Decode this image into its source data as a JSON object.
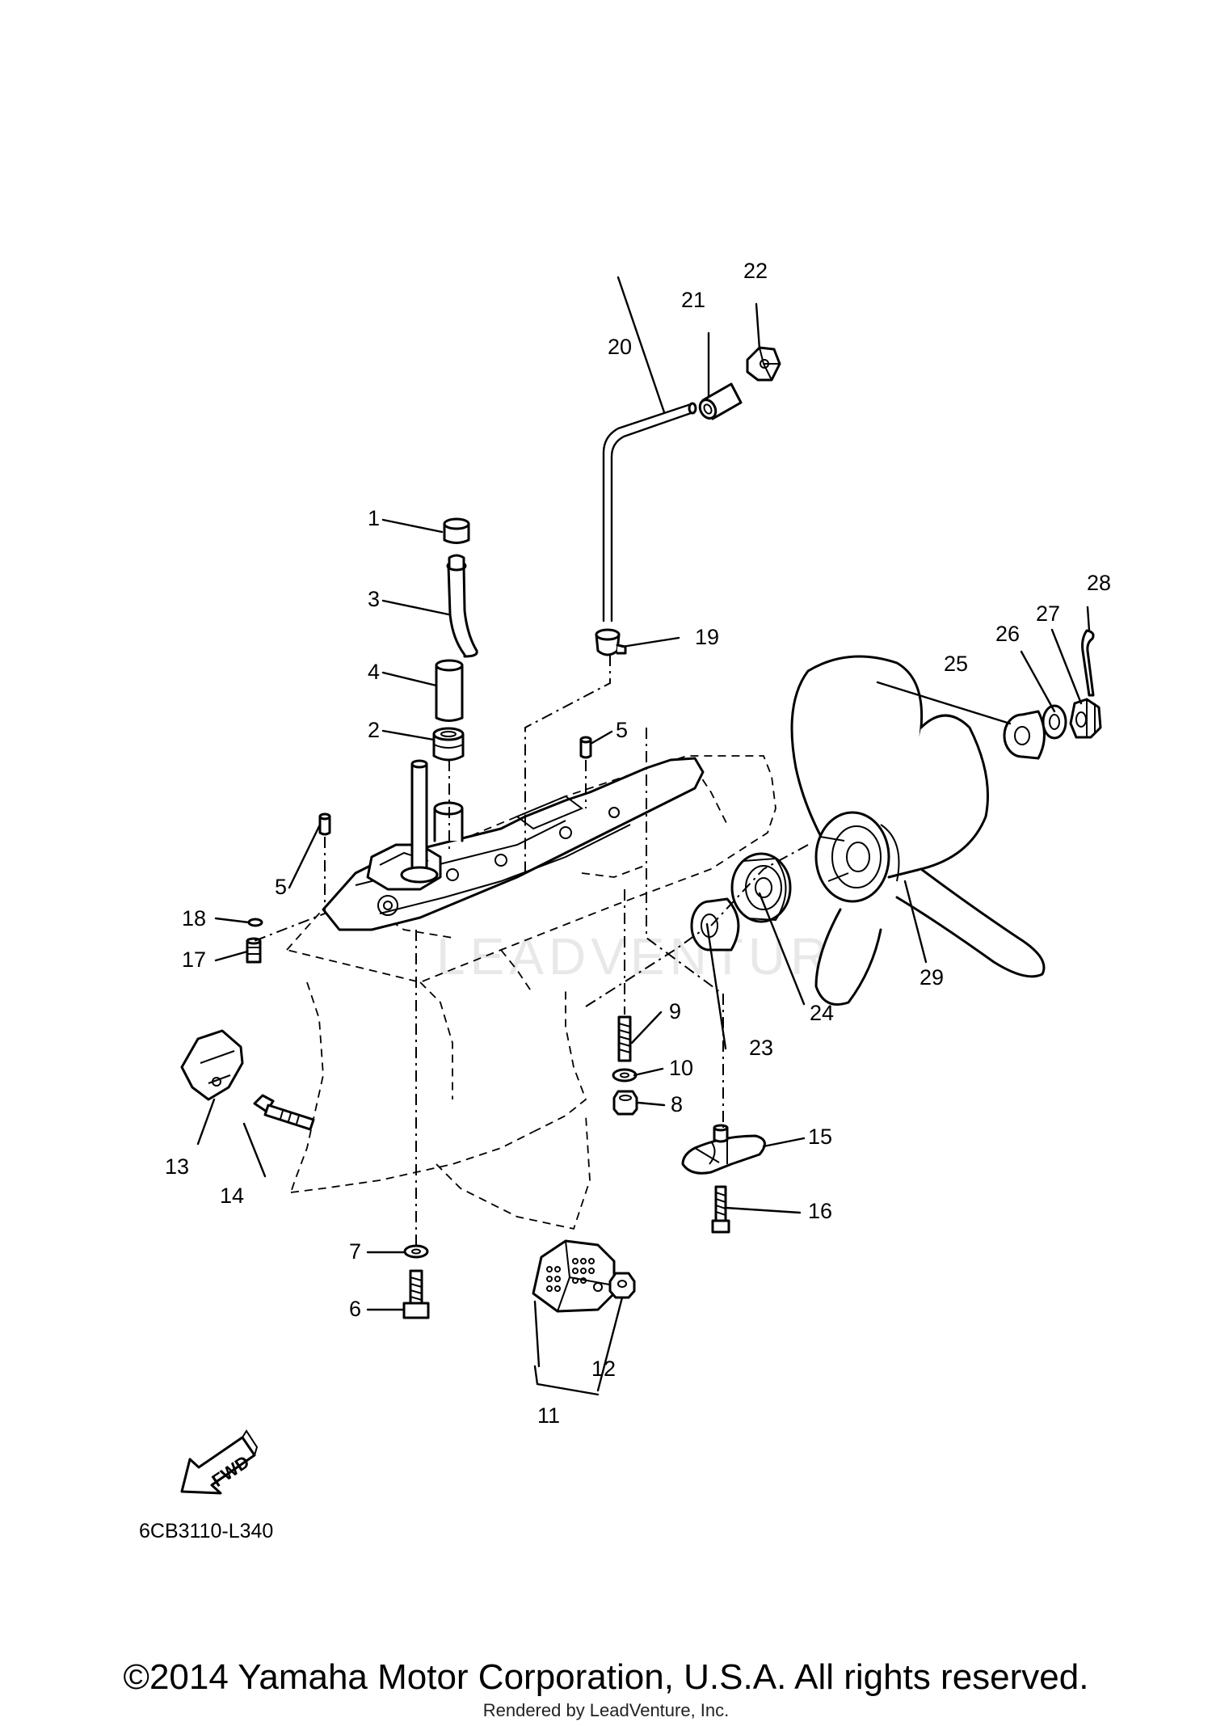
{
  "diagram": {
    "callouts": [
      "1",
      "2",
      "3",
      "4",
      "5",
      "5",
      "6",
      "7",
      "8",
      "9",
      "10",
      "11",
      "12",
      "13",
      "14",
      "15",
      "16",
      "17",
      "18",
      "19",
      "20",
      "21",
      "22",
      "23",
      "24",
      "25",
      "26",
      "27",
      "28",
      "29"
    ],
    "fwd_label": "FWD",
    "drawing_code": "6CB3110-L340",
    "watermark": "LEADVENTURE"
  },
  "footer": {
    "copyright": "©2014 Yamaha Motor Corporation, U.S.A. All rights reserved.",
    "rendered_by": "Rendered by LeadVenture, Inc."
  }
}
